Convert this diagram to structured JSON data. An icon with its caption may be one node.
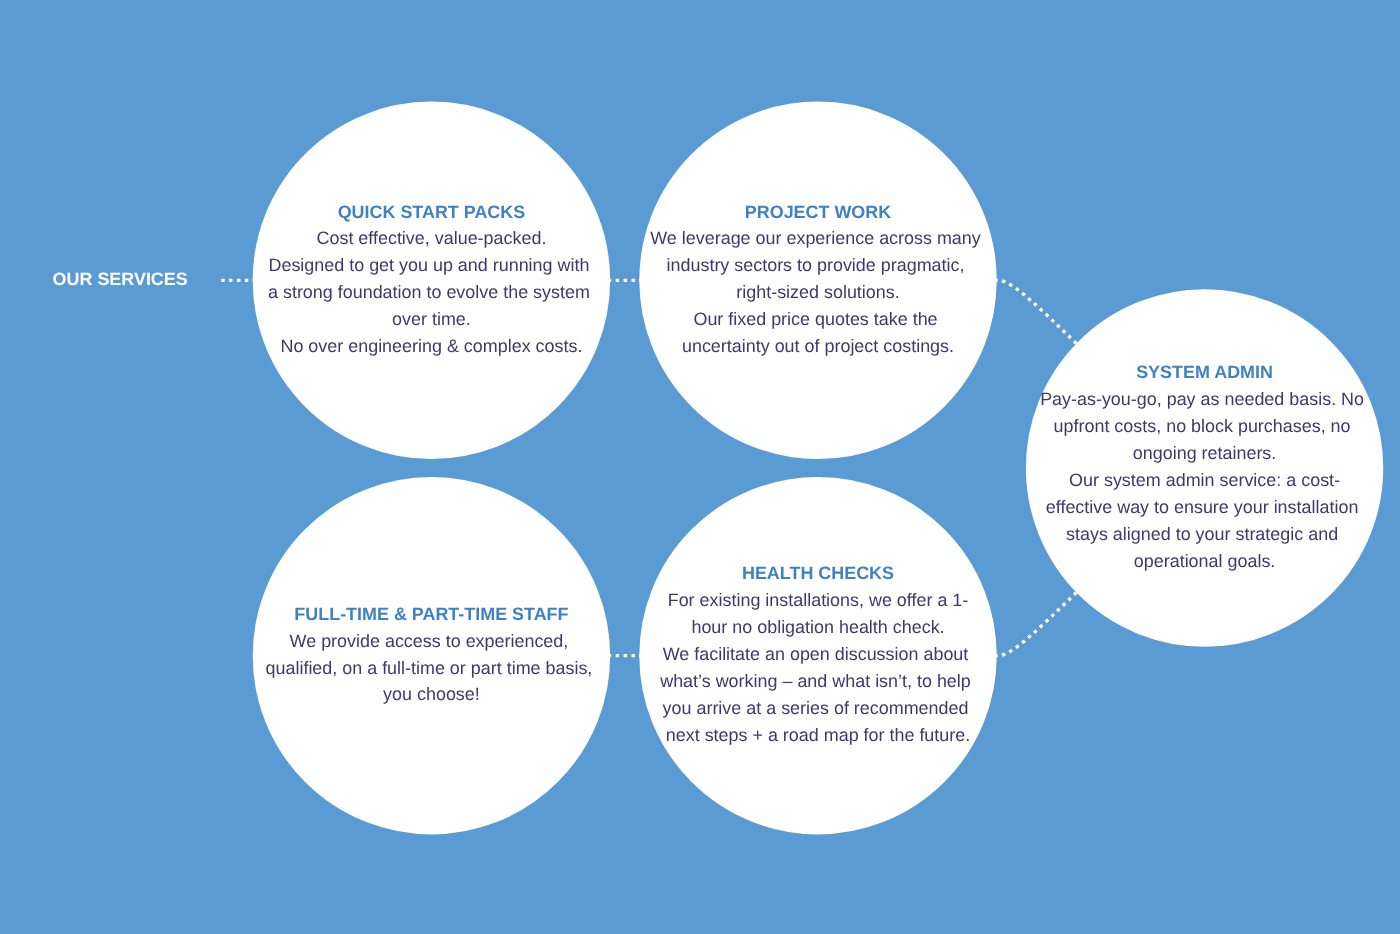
{
  "diagram": {
    "nodes": [
      {
        "text": [
          "OUR SERVICES"
        ]
      },
      {
        "text": [
          "QUICK START PACKS",
          "Cost effective, value-packed.",
          "Designed to get you up and running with a strong foundation to evolve the system over time.",
          "No over engineering & complex costs."
        ]
      },
      {
        "text": [
          "PROJECT WORK",
          "We leverage our experience across many industry sectors to provide pragmatic, right-sized solutions.",
          "Our fixed price quotes take the uncertainty out of project costings."
        ]
      },
      {
        "text": [
          "SYSTEM ADMIN",
          "Pay-as-you-go, pay as needed basis. No upfront costs, no block purchases, no ongoing retainers.",
          "Our system admin service: a cost-effective way to ensure your installation stays aligned to your strategic and operational goals."
        ]
      },
      {
        "text": [
          "HEALTH CHECKS",
          "For existing installations, we offer a 1-hour no obligation health check.",
          "We facilitate an open discussion about what’s working – and what isn’t, to help you arrive at a series of recommended next steps + a road map for the future."
        ]
      },
      {
        "text": [
          "FULL-TIME & PART-TIME STAFF",
          "We provide access to experienced, qualified, on a full-time or part time basis, you choose!"
        ]
      }
    ],
    "edges": [
      {
        "from": 0,
        "to": 1,
        "arrow": "none",
        "style": "dashed"
      },
      {
        "from": 1,
        "to": 2,
        "arrow": "none",
        "style": "dashed"
      },
      {
        "from": 2,
        "to": 3,
        "arrow": "none",
        "style": "dashed"
      },
      {
        "from": 4,
        "to": 3,
        "arrow": "none",
        "style": "dashed"
      },
      {
        "from": 5,
        "to": 4,
        "arrow": "none",
        "style": "dashed"
      }
    ]
  }
}
